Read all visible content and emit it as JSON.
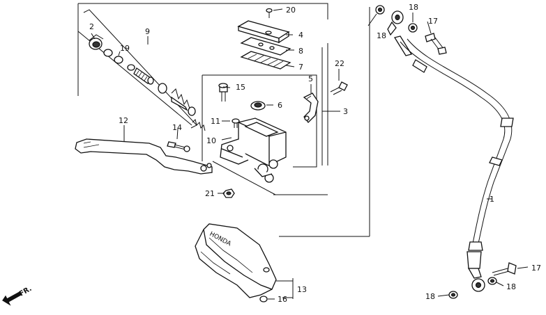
{
  "callouts": {
    "c1": "1",
    "c2": "2",
    "c3": "3",
    "c4": "4",
    "c5": "5",
    "c6": "6",
    "c7": "7",
    "c8": "8",
    "c9": "9",
    "c10": "10",
    "c11": "11",
    "c12": "12",
    "c13": "13",
    "c14": "14",
    "c15": "15",
    "c16": "16",
    "c17a": "17",
    "c17b": "17",
    "c18a": "18",
    "c18b": "18",
    "c18c": "18",
    "c18d": "18",
    "c19": "19",
    "c20": "20",
    "c21": "21",
    "c22": "22"
  },
  "brand_text": "HONDA",
  "direction": {
    "label": "FR."
  }
}
